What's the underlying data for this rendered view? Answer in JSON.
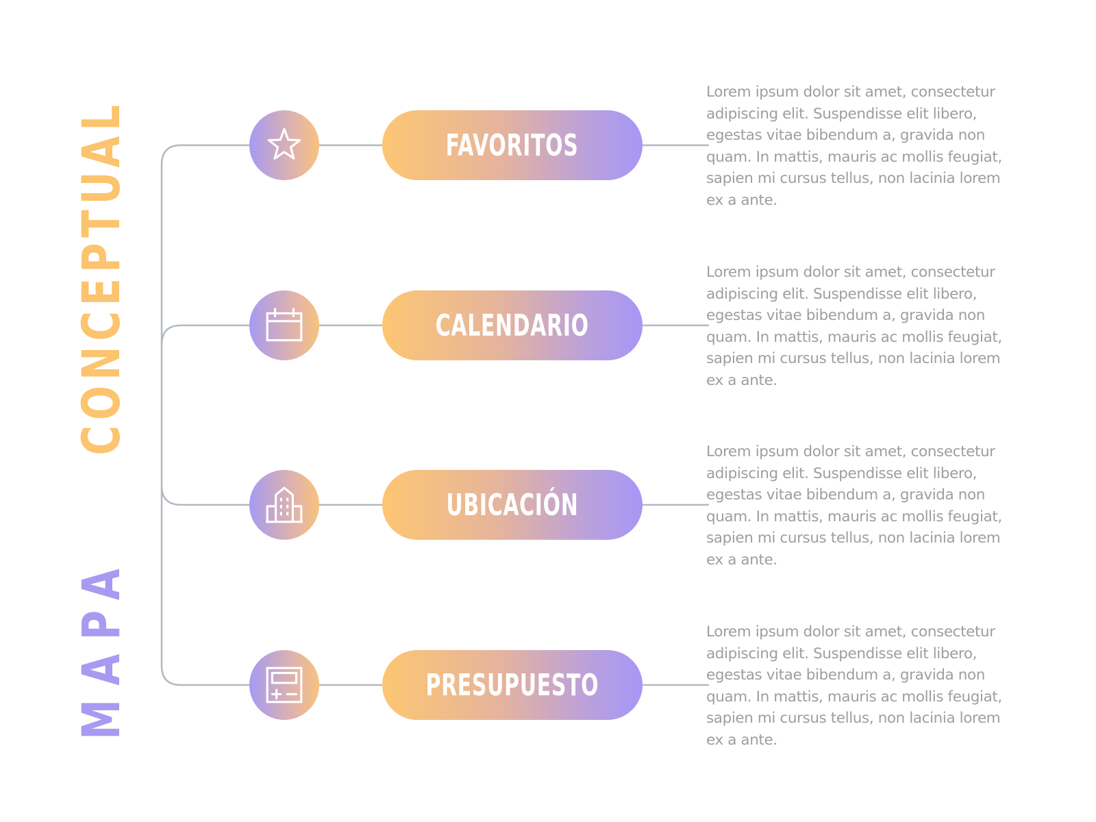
{
  "title": {
    "word1": "MAPA",
    "word2": "CONCEPTUAL"
  },
  "colors": {
    "title_word1": "#a89af0",
    "title_word2": "#fcc46e",
    "gradient_purple": "#a597f6",
    "gradient_orange": "#fdc673",
    "connector_line": "#b3b9c0",
    "description_text": "#9e9e9e"
  },
  "nodes": [
    {
      "label": "FAVORITOS",
      "icon": "star-icon",
      "description": "Lorem ipsum dolor sit amet, consectetur adipiscing elit. Suspendisse elit libero, egestas vitae bibendum a, gravida non quam. In mattis, mauris ac mollis feugiat, sapien mi cursus tellus, non lacinia lorem ex a ante."
    },
    {
      "label": "CALENDARIO",
      "icon": "calendar-icon",
      "description": "Lorem ipsum dolor sit amet, consectetur adipiscing elit. Suspendisse elit libero, egestas vitae bibendum a, gravida non quam. In mattis, mauris ac mollis feugiat, sapien mi cursus tellus, non lacinia lorem ex a ante."
    },
    {
      "label": "UBICACIÓN",
      "icon": "building-icon",
      "description": "Lorem ipsum dolor sit amet, consectetur adipiscing elit. Suspendisse elit libero, egestas vitae bibendum a, gravida non quam. In mattis, mauris ac mollis feugiat, sapien mi cursus tellus, non lacinia lorem ex a ante."
    },
    {
      "label": "PRESUPUESTO",
      "icon": "calculator-icon",
      "description": "Lorem ipsum dolor sit amet, consectetur adipiscing elit. Suspendisse elit libero, egestas vitae bibendum a, gravida non quam. In mattis, mauris ac mollis feugiat, sapien mi cursus tellus, non lacinia lorem ex a ante."
    }
  ]
}
